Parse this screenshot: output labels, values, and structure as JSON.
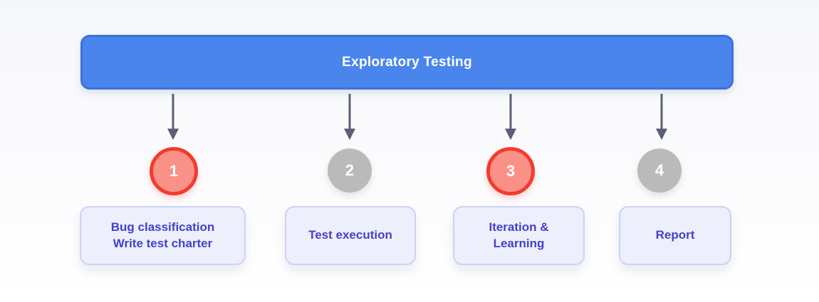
{
  "diagram": {
    "title": "Exploratory Testing",
    "colors": {
      "header_fill": "#4a85ee",
      "header_border": "#3d72da",
      "header_text": "#ffffff",
      "arrow": "#5b5f79",
      "step_highlight_fill": "#fa9186",
      "step_highlight_border": "#f43b2d",
      "step_normal_fill": "#bababa",
      "step_number_text": "#ffffff",
      "card_fill": "#edeffc",
      "card_border": "#cdd2f4",
      "card_text": "#4640c8",
      "background_top": "#f6f7fa",
      "background_bottom": "#ffffff"
    },
    "steps": [
      {
        "number": "1",
        "emphasis": "highlighted",
        "lines": [
          "Bug classification",
          "Write test charter"
        ]
      },
      {
        "number": "2",
        "emphasis": "normal",
        "lines": [
          "Test execution"
        ]
      },
      {
        "number": "3",
        "emphasis": "highlighted",
        "lines": [
          "Iteration &",
          "Learning"
        ]
      },
      {
        "number": "4",
        "emphasis": "normal",
        "lines": [
          "Report"
        ]
      }
    ]
  }
}
